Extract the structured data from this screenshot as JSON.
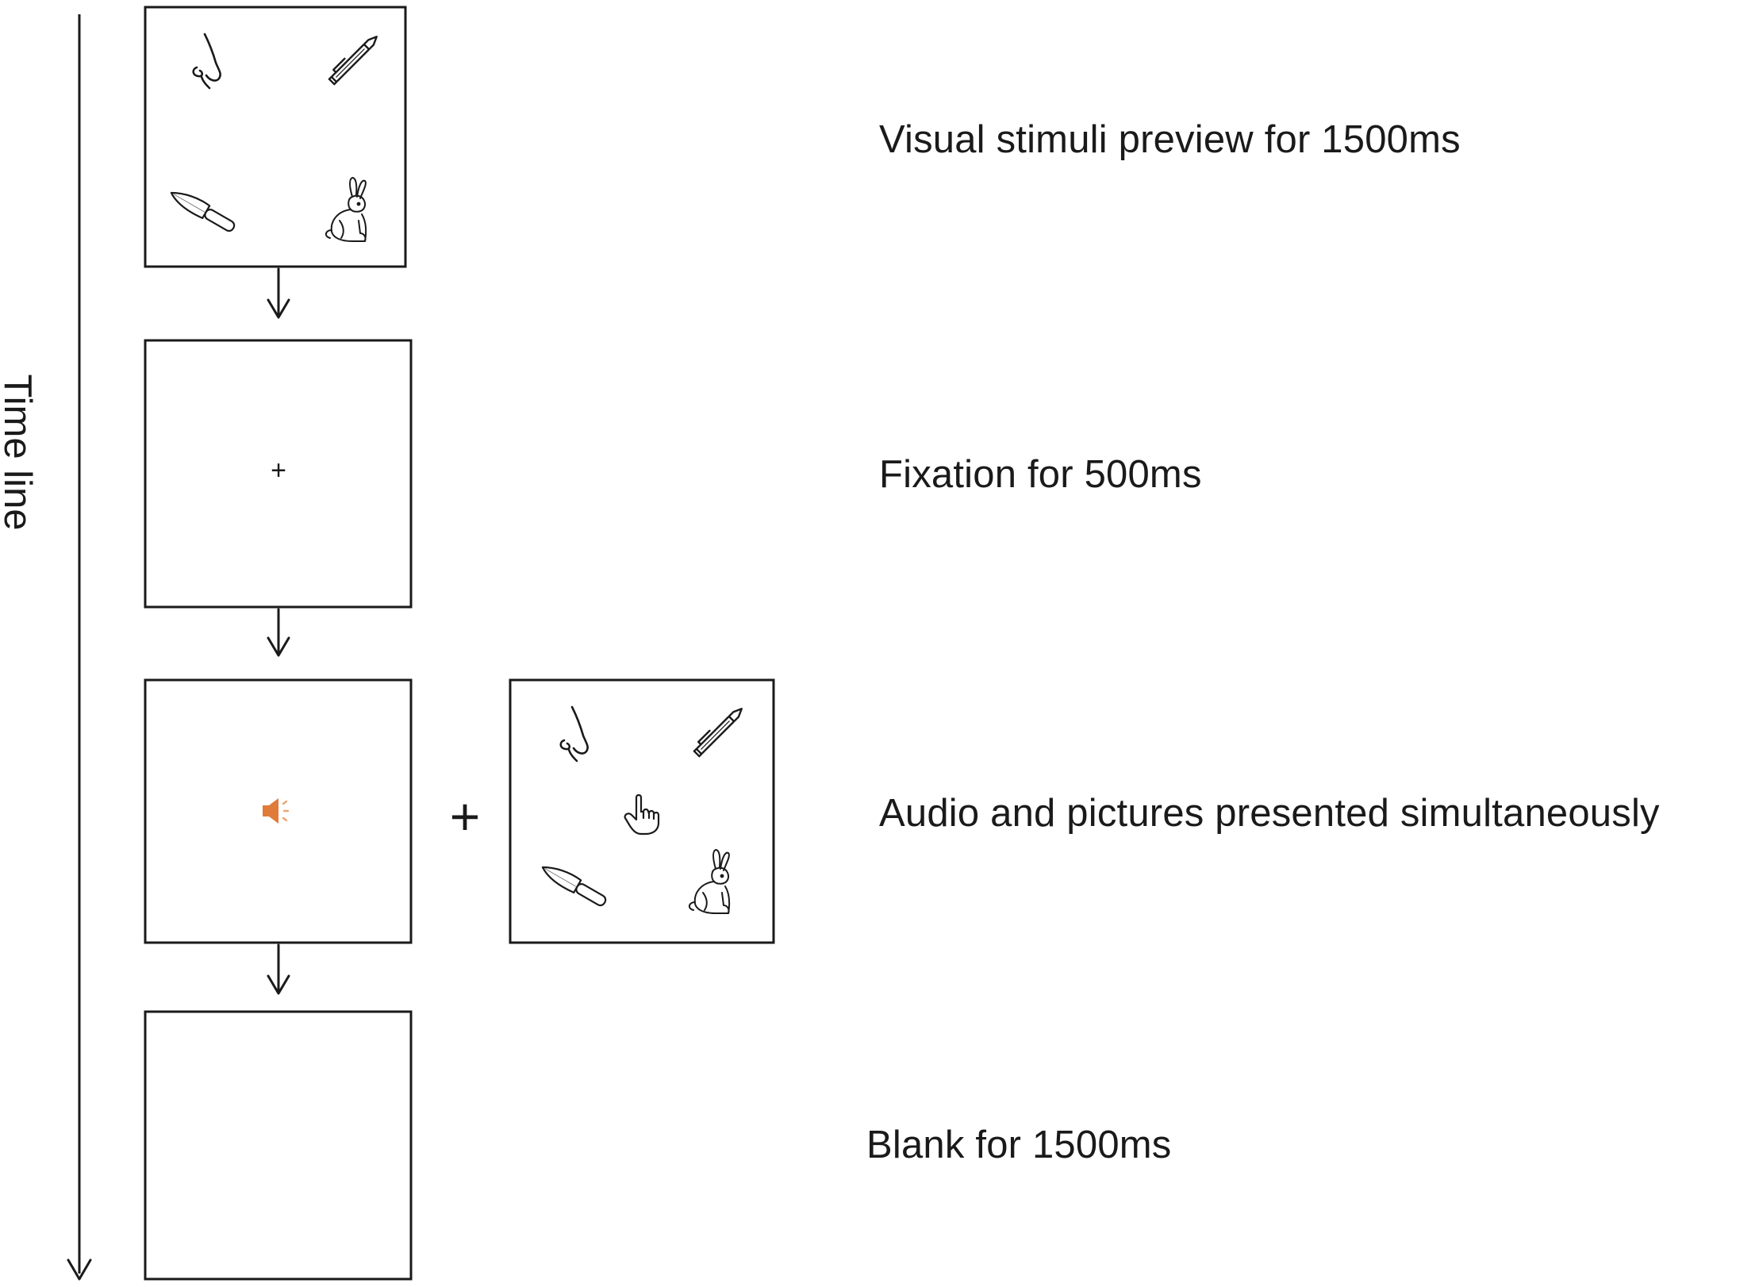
{
  "timeline": {
    "label": "Time line"
  },
  "steps": [
    {
      "id": "preview",
      "label": "Visual stimuli preview for 1500ms"
    },
    {
      "id": "fixation",
      "label": "Fixation for 500ms"
    },
    {
      "id": "audio-pictures",
      "label": "Audio and pictures presented simultaneously"
    },
    {
      "id": "blank",
      "label": "Blank for 1500ms"
    }
  ],
  "symbols": {
    "fixation_cross": "+",
    "combine_plus": "+"
  },
  "icons": {
    "preview_panel": [
      "nose-icon",
      "pen-icon",
      "knife-icon",
      "rabbit-icon"
    ],
    "audio_panel": [
      "speaker-icon"
    ],
    "response_panel": [
      "nose-icon",
      "pen-icon",
      "hand-pointer-icon",
      "knife-icon",
      "rabbit-icon"
    ]
  },
  "colors": {
    "line": "#1a1a1a",
    "speaker": "#e07b39"
  }
}
